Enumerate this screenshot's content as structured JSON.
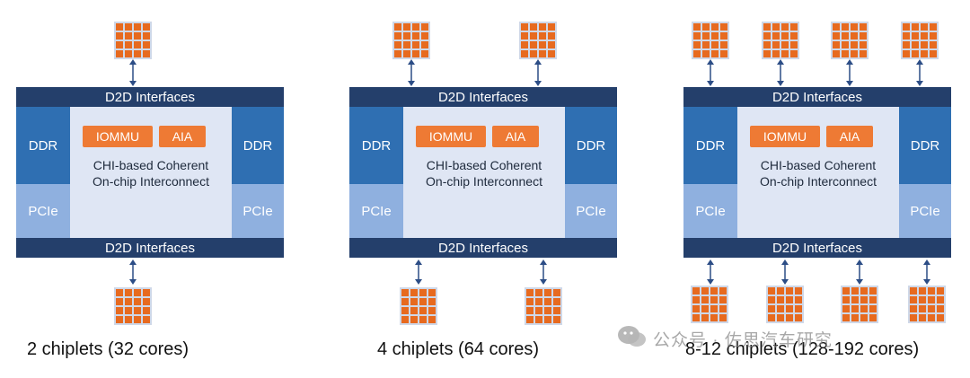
{
  "colors": {
    "bar": "#243f6b",
    "ddr": "#2f6fb2",
    "pcie": "#8fb0df",
    "center": "#dfe6f4",
    "chip": "#ee7a34",
    "core": "#f2a56a",
    "core_tile": "#e76a1f",
    "core_border": "#cfd8e8"
  },
  "shared": {
    "d2d_label": "D2D Interfaces",
    "ddr_label": "DDR",
    "pcie_label": "PCIe",
    "iommu_label": "IOMMU",
    "aia_label": "AIA",
    "interconnect_line1": "CHI-based Coherent",
    "interconnect_line2": "On-chip Interconnect"
  },
  "panels": [
    {
      "caption": "2 chiplets (32 cores)"
    },
    {
      "caption": "4 chiplets (64 cores)"
    },
    {
      "caption": "8-12 chiplets (128-192 cores)"
    }
  ],
  "watermark": "公众号 · 佐思汽车研究"
}
